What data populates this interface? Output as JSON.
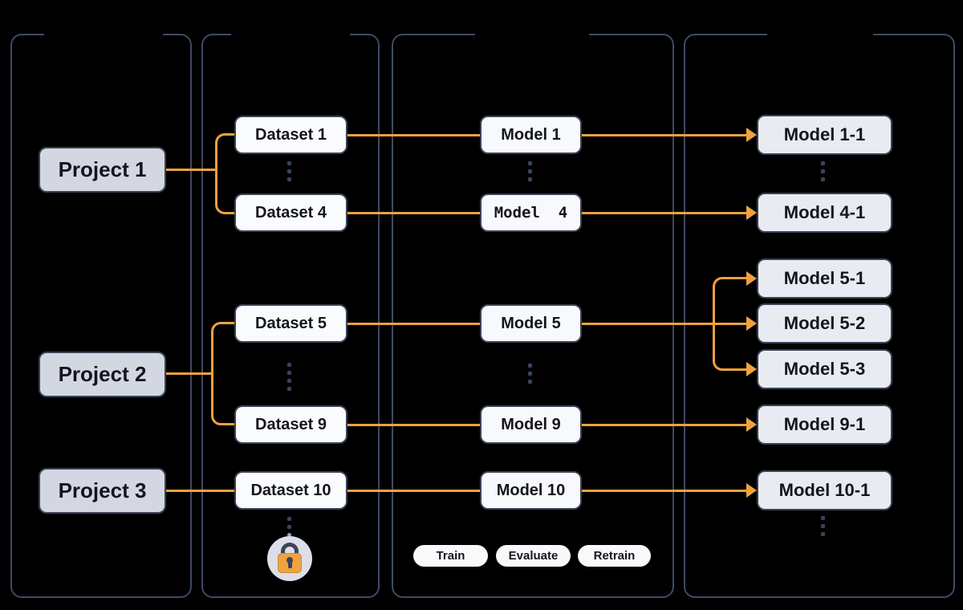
{
  "diagram": {
    "projects": [
      {
        "label": "Project 1"
      },
      {
        "label": "Project 2"
      },
      {
        "label": "Project 3"
      }
    ],
    "datasets": [
      {
        "label": "Dataset 1"
      },
      {
        "label": "Dataset 4"
      },
      {
        "label": "Dataset 5"
      },
      {
        "label": "Dataset 9"
      },
      {
        "label": "Dataset 10"
      }
    ],
    "models": [
      {
        "label": "Model 1"
      },
      {
        "label": "Model  4"
      },
      {
        "label": "Model 5"
      },
      {
        "label": "Model 9"
      },
      {
        "label": "Model 10"
      }
    ],
    "output_models": [
      {
        "label": "Model 1-1"
      },
      {
        "label": "Model 4-1"
      },
      {
        "label": "Model 5-1"
      },
      {
        "label": "Model 5-2"
      },
      {
        "label": "Model 5-3"
      },
      {
        "label": "Model 9-1"
      },
      {
        "label": "Model 10-1"
      }
    ],
    "actions": [
      {
        "label": "Train"
      },
      {
        "label": "Evaluate"
      },
      {
        "label": "Retrain"
      }
    ]
  },
  "colors": {
    "background": "#000000",
    "panel_border": "#3f4a64",
    "node_border": "#3a4154",
    "project_fill": "#d3d7e1",
    "dataset_fill": "#fafbfe",
    "model_fill": "#f8f9fc",
    "output_model_fill": "#e9ebf3",
    "pill_fill": "#f8f9fb",
    "arrow": "#efa13e",
    "text": "#14161e",
    "ellipsis_dots": "#3b445c",
    "lock_circle": "#dcdfe9",
    "lock_body": "#f0a23f",
    "lock_shackle": "#3c4456"
  }
}
